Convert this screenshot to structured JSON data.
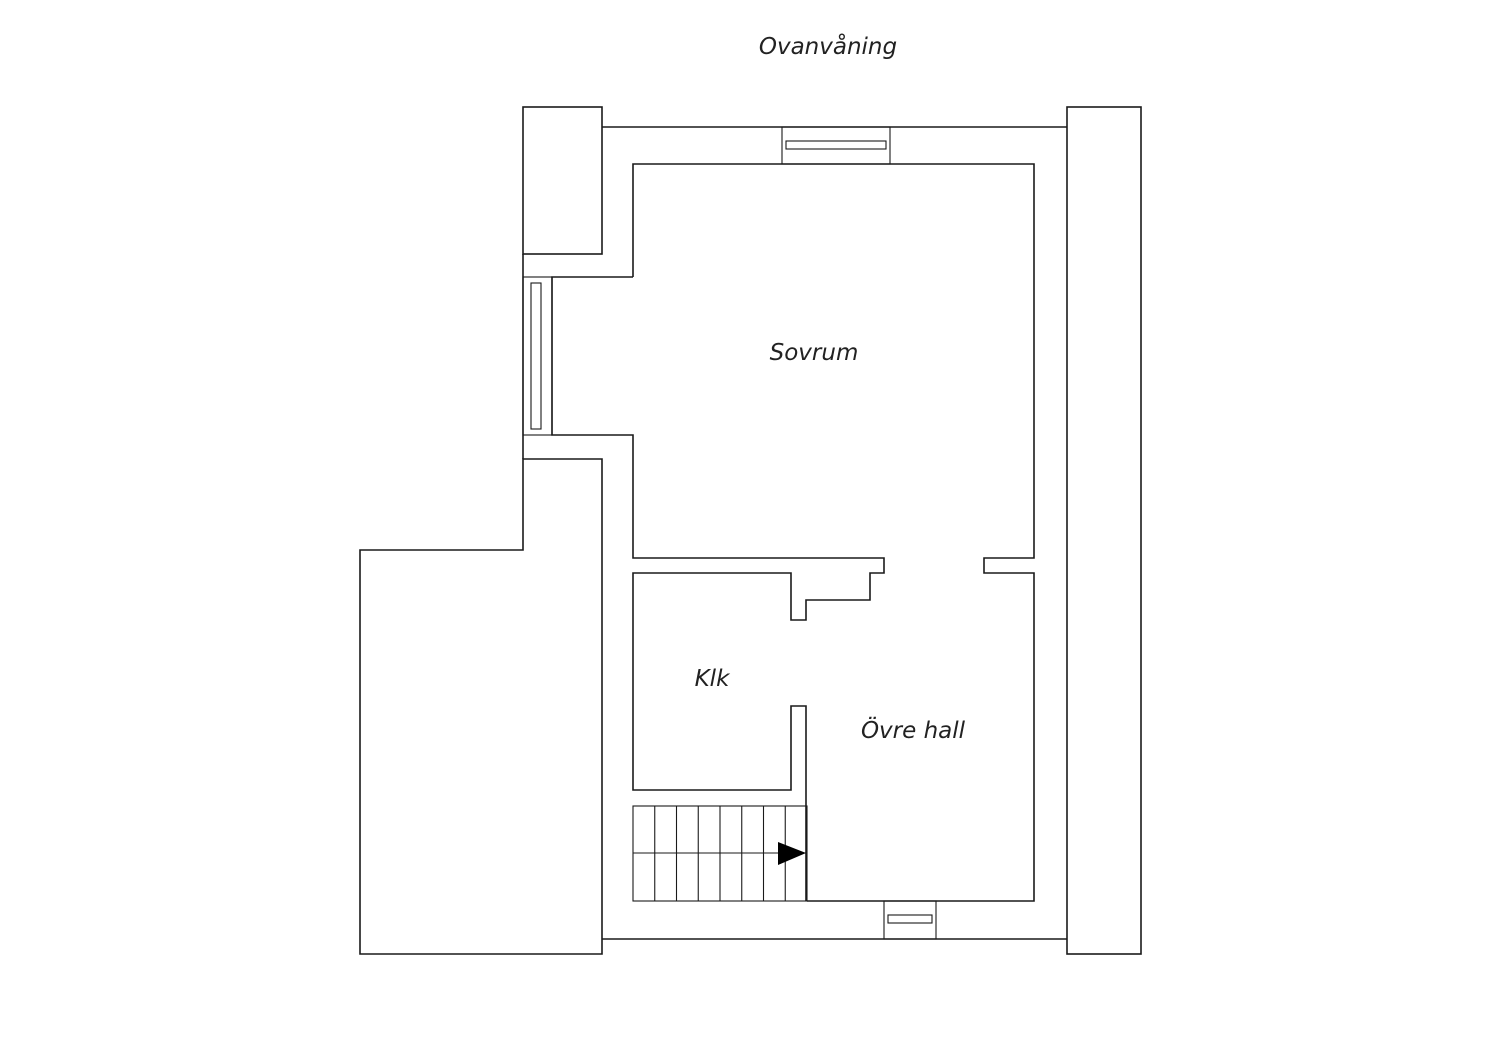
{
  "floor_title": "Ovanvåning",
  "rooms": {
    "bedroom": "Sovrum",
    "closet": "Klk",
    "upper_hall": "Övre hall"
  },
  "stair_step_count": 8,
  "colors": {
    "line": "#1a1a1a",
    "text": "#222222",
    "background": "#ffffff"
  }
}
